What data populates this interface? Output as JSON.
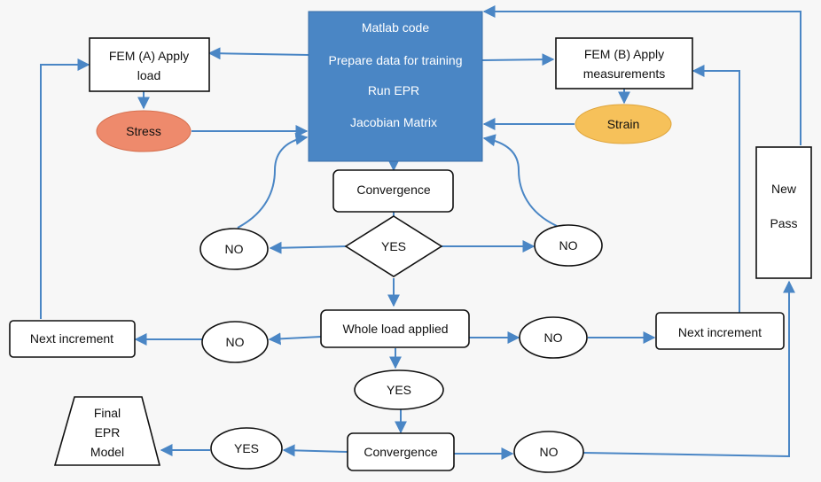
{
  "nodes": {
    "fem_a": {
      "line1": "FEM (A) Apply",
      "line2": "load"
    },
    "fem_b": {
      "line1": "FEM (B) Apply",
      "line2": "measurements"
    },
    "matlab": {
      "l1": "Matlab code",
      "l2": "Prepare data for training",
      "l3": "Run EPR",
      "l4": "Jacobian Matrix"
    },
    "stress": "Stress",
    "strain": "Strain",
    "convergence_top": "Convergence",
    "yes_diamond": "YES",
    "no_left_top": "NO",
    "no_right_top": "NO",
    "whole_load": "Whole load applied",
    "no_left_mid": "NO",
    "no_right_mid": "NO",
    "next_inc_left": "Next increment",
    "next_inc_right": "Next increment",
    "yes_mid": "YES",
    "convergence_bottom": "Convergence",
    "yes_bottom": "YES",
    "no_bottom": "NO",
    "final": {
      "l1": "Final",
      "l2": "EPR",
      "l3": "Model"
    },
    "new_pass": {
      "l1": "New",
      "l2": "Pass"
    }
  },
  "colors": {
    "edge": "#4a86c5",
    "matlab_fill": "#4a86c5",
    "stress_fill": "#ee8a6c",
    "strain_fill": "#f6c15a"
  }
}
